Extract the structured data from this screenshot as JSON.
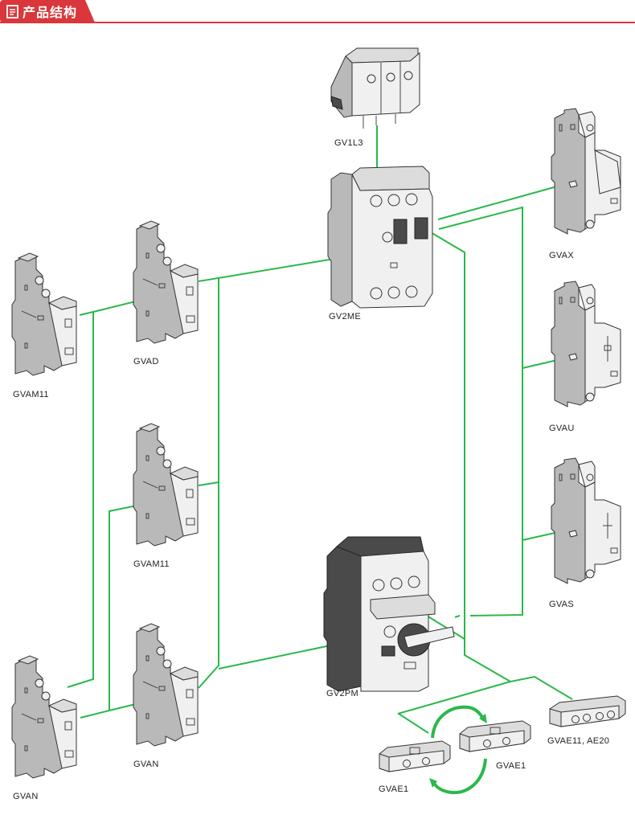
{
  "header": {
    "title": "产品结构",
    "icon": "document-icon",
    "accent_color": "#d9373c"
  },
  "diagram": {
    "connector_color": "#2bb84a",
    "components": {
      "gv1l3": "GV1L3",
      "gv2me": "GV2ME",
      "gv2pm": "GV2PM",
      "gvax": "GVAX",
      "gvau": "GVAU",
      "gvas": "GVAS",
      "gvad": "GVAD",
      "gvam11_left": "GVAM11",
      "gvam11_center": "GVAM11",
      "gvan_left": "GVAN",
      "gvan_center": "GVAN",
      "gvae1_left": "GVAE1",
      "gvae1_right": "GVAE1",
      "gvae11_ae20": "GVAE11, AE20"
    }
  }
}
